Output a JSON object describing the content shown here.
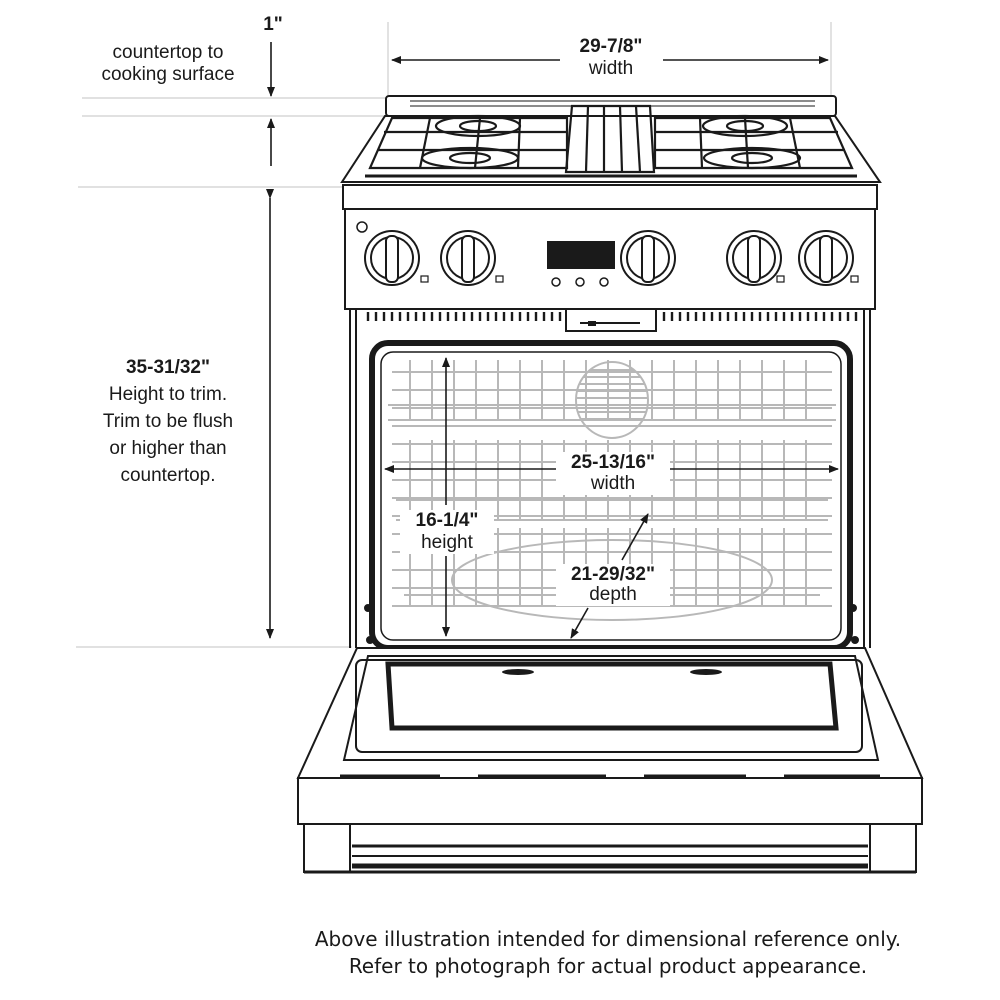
{
  "dimensions": {
    "countertop_gap": {
      "value": "1\"",
      "label": "countertop to cooking surface"
    },
    "overall_width": {
      "value": "29-7/8\"",
      "label": "width"
    },
    "height_to_trim": {
      "value": "35-31/32\"",
      "lines": [
        "Height to trim.",
        "Trim to be flush",
        "or higher than",
        "countertop."
      ]
    },
    "oven_width": {
      "value": "25-13/16\"",
      "label": "width"
    },
    "oven_height": {
      "value": "16-1/4\"",
      "label": "height"
    },
    "oven_depth": {
      "value": "21-29/32\"",
      "label": "depth"
    }
  },
  "footnote": [
    "Above illustration intended for dimensional reference only.",
    "Refer to photograph for actual product appearance."
  ],
  "colors": {
    "line": "#1a1a1a",
    "rack": "#b8b8b8",
    "guide": "#cfcfcf"
  }
}
